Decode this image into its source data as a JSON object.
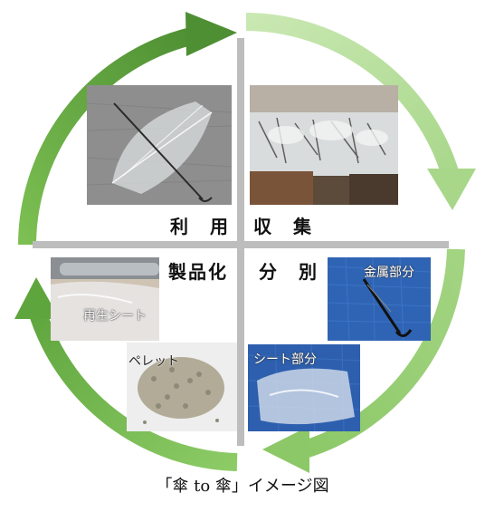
{
  "diagram": {
    "labels": {
      "use": "利　用",
      "collect": "収　集",
      "productize": "製品化",
      "sort": "分　別"
    },
    "photo_captions": {
      "recycled_sheet": "再生シート",
      "pellet": "ペレット",
      "metal_part": "金属部分",
      "sheet_part": "シート部分"
    },
    "caption": "「傘 to 傘」イメージ図",
    "colors": {
      "arrow_dark": "#5a9a3a",
      "arrow_mid": "#7dbb55",
      "arrow_light": "#b3dd95",
      "divider": "#bdbdbd"
    }
  }
}
